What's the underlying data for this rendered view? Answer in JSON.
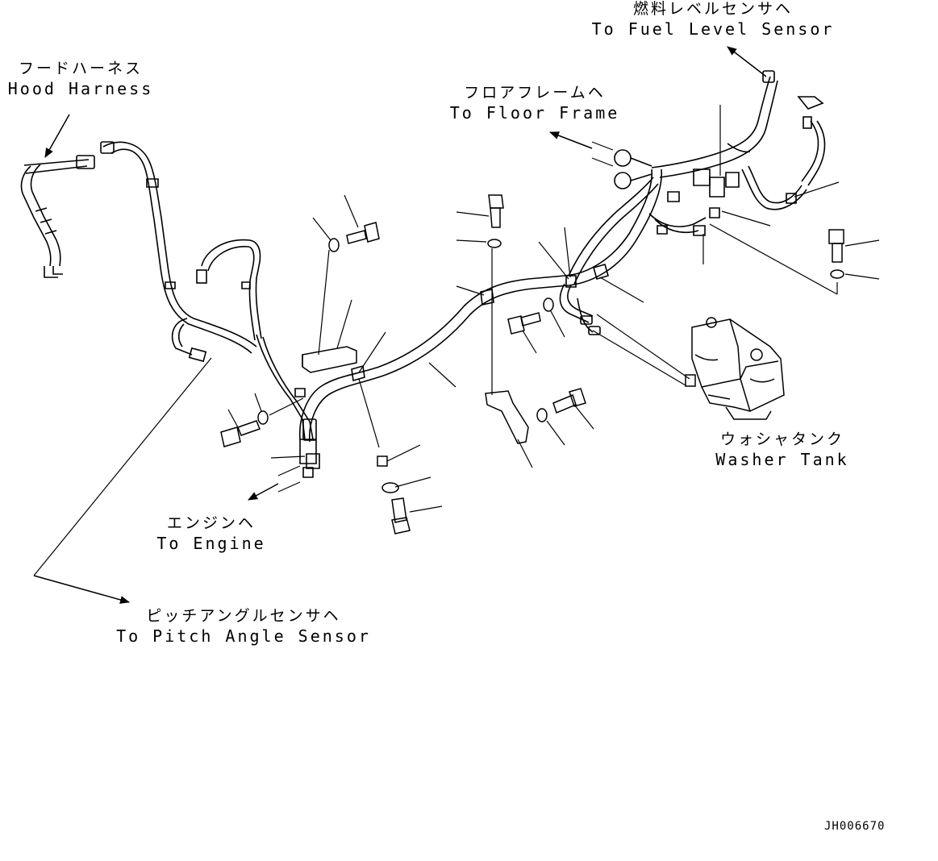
{
  "labels": {
    "hood_harness": {
      "ja": "フードハーネス",
      "en": "Hood Harness"
    },
    "fuel_level_sensor": {
      "ja": "燃料レベルセンサヘ",
      "en": "To Fuel Level Sensor"
    },
    "floor_frame": {
      "ja": "フロアフレームヘ",
      "en": "To Floor Frame"
    },
    "washer_tank": {
      "ja": "ウォシャタンク",
      "en": "Washer Tank"
    },
    "engine": {
      "ja": "エンジンヘ",
      "en": "To Engine"
    },
    "pitch_angle_sensor": {
      "ja": "ピッチアングルセンサヘ",
      "en": "To Pitch Angle Sensor"
    }
  },
  "drawing_id": "JH006670"
}
